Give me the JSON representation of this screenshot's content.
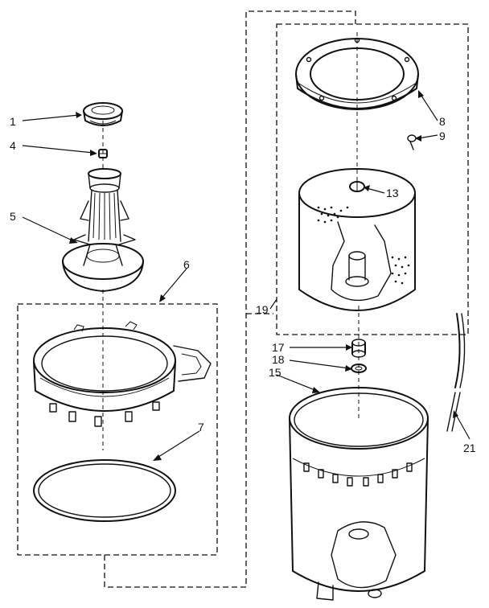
{
  "callouts": {
    "c1": "1",
    "c4": "4",
    "c5": "5",
    "c6": "6",
    "c7": "7",
    "c8": "8",
    "c9": "9",
    "c13": "13",
    "c15": "15",
    "c17": "17",
    "c18": "18",
    "c19": "19",
    "c21": "21"
  },
  "icons": {
    "agitator_cap": "cap-icon",
    "agitator": "agitator-icon"
  }
}
